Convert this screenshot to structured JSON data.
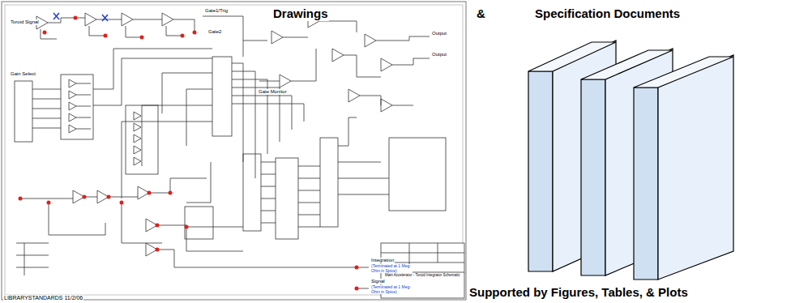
{
  "diagram": {
    "labels": [
      "Drawings",
      "&",
      "Specification Documents",
      "Supported by Figures, Tables, & Plots",
      "LIBRARYSTANDARDS 11/2/06",
      "Toroid Signal",
      "Gain Select",
      "Gate1/Trig",
      "Gate2",
      "Gate Monitor",
      "Output",
      "Output",
      "Integration",
      "(Terminated at 1 Meg-Ohm in Spice)",
      "Signal",
      "(Terminated at 1 Meg-Ohm in Spice)",
      "Main Accelerator - Toroid Integrator Schematic"
    ]
  }
}
